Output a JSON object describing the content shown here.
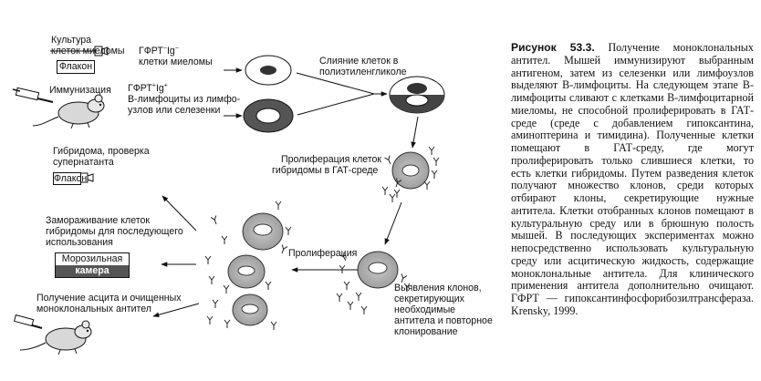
{
  "labels": {
    "culture": [
      "Культура",
      "клеток миеломы"
    ],
    "hgprt_minus": [
      "ГФРТ",
      "−",
      "Ig",
      "−"
    ],
    "myeloma_cells": "клетки миеломы",
    "flask1": "Флакон",
    "immunization": "Иммунизация",
    "hgprt_plus": [
      "ГФРТ",
      "+",
      "Ig",
      "+"
    ],
    "b_cells": [
      "В-лимфоциты из лимфо-",
      "узлов или селезенки"
    ],
    "fusion": [
      "Слияние клеток в",
      "полиэтиленгликоле"
    ],
    "hybridoma_check": [
      "Гибридома, проверка",
      "супернатанта"
    ],
    "flask2": "Флакон",
    "proliferation_hat": [
      "Пролиферация клеток",
      "гибридомы в ГАТ-среде"
    ],
    "freezing": [
      "Замораживание клеток",
      "гибридомы для последующего",
      "использования"
    ],
    "freezer": [
      "Морозильная",
      "камера"
    ],
    "proliferation": "Пролиферация",
    "clone_detection": [
      "Выявления клонов,",
      "секретирующих",
      "необходимые",
      "антитела и повторное",
      "клонирование"
    ],
    "ascites": [
      "Получение асцита и очищенных",
      "моноклональных антител"
    ]
  },
  "caption": {
    "title": "Рисунок 53.3.",
    "text": " Получение моноклональных антител. Мышей иммунизируют выбранным антигеном, затем из селезенки или лимфоузлов выделяют В-лимфоциты. На следующем этапе В-лимфоциты сливают с клетками В-лимфоцитарной миеломы, не способной пролиферировать в ГАТ-среде (среде с добавлением гипоксантина, аминоптерина и тимидина). Полученные клетки помещают в ГАТ-среду, где могут пролиферировать только слившиеся клетки, то есть клетки гибридомы. Путем разведения клеток получают множество клонов, среди которых отбирают клоны, секретирующие нужные антитела. Клетки отобранных клонов помещают в культуральную среду или в брюшную полость мышей. В последующих экспериментах можно непосредственно использовать культуральную среду или асцитическую жидкость, содержащие моноклональные антитела. Для клинического применения антитела дополнительно очищают. ГФРТ — гипоксантинфосфорибозилтрансфераза. Krensky, 1999."
  }
}
